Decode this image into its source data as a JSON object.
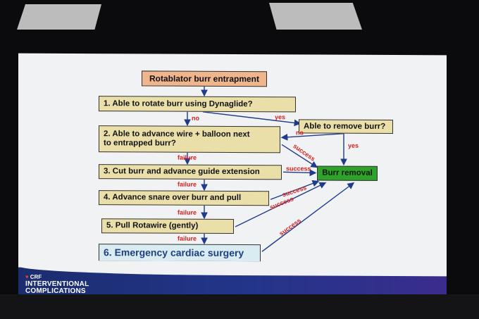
{
  "slide": {
    "start": "Rotablator burr entrapment",
    "q1": "1. Able to rotate burr using Dynaglide?",
    "q2_line1": "2. Able to advance wire + balloon next",
    "q2_line2": "to entrapped burr?",
    "s3": "3. Cut burr and advance guide extension",
    "s4": "4. Advance snare over burr and pull",
    "s5": "5. Pull Rotawire (gently)",
    "s6": "6. Emergency cardiac surgery",
    "q3": "Able to remove burr?",
    "result": "Burr removal",
    "labels": {
      "no_q1": "no",
      "yes_q1": "yes",
      "no_q3": "no",
      "yes_q3": "yes",
      "success_q2": "success",
      "failure_1": "failure",
      "success_s3": "success",
      "failure_2": "failure",
      "success_s4": "success",
      "success_s5": "success",
      "failure_3": "failure",
      "success_s6": "success",
      "failure_4": "failure"
    },
    "colors": {
      "start_fill": "#efb58d",
      "step_fill": "#eadfa8",
      "result_fill": "#2fa22a",
      "emergency_fill": "#d9ecf2",
      "label_red": "#d41f1f",
      "arrow_blue": "#1f3b8a"
    }
  },
  "brand": {
    "crf": "CRF",
    "line1": "INTERVENTIONAL",
    "line2": "COMPLICATIONS"
  }
}
